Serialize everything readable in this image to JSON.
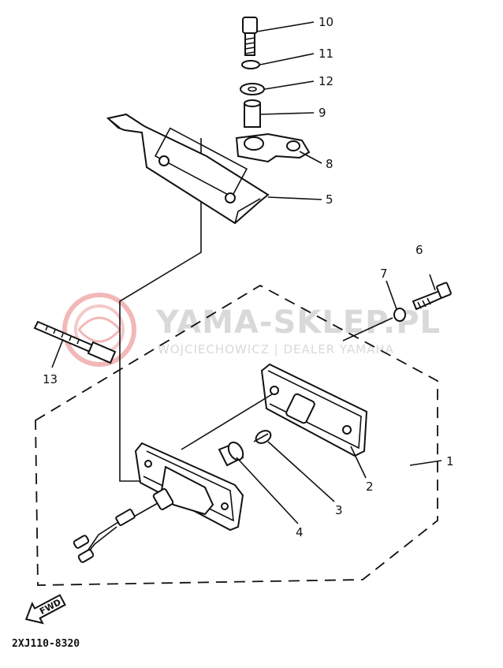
{
  "watermark": {
    "title": "YAMA-SKLEP.PL",
    "subtitle": "WOJCIECHOWICZ | DEALER YAMAHA"
  },
  "callouts": [
    {
      "id": "10",
      "label": "10"
    },
    {
      "id": "11",
      "label": "11"
    },
    {
      "id": "12",
      "label": "12"
    },
    {
      "id": "9",
      "label": "9"
    },
    {
      "id": "8",
      "label": "8"
    },
    {
      "id": "5",
      "label": "5"
    },
    {
      "id": "6",
      "label": "6"
    },
    {
      "id": "7",
      "label": "7"
    },
    {
      "id": "13",
      "label": "13"
    },
    {
      "id": "1",
      "label": "1"
    },
    {
      "id": "2",
      "label": "2"
    },
    {
      "id": "3",
      "label": "3"
    },
    {
      "id": "4",
      "label": "4"
    }
  ],
  "direction_badge": "FWD",
  "drawing_code": "2XJ110-8320",
  "colors": {
    "ink": "#111111",
    "watermark": "#d9d9d9",
    "logo": "#f2b8b8"
  }
}
